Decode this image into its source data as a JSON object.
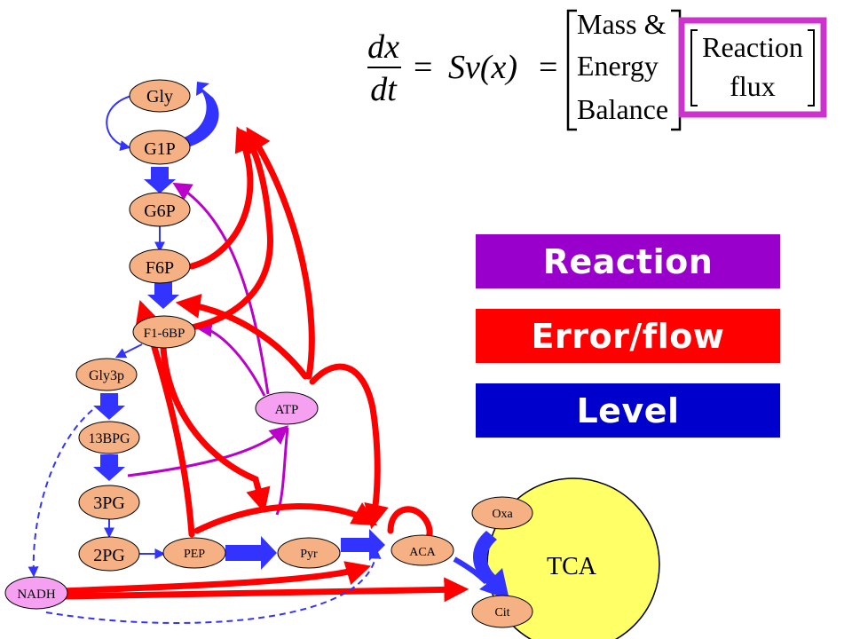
{
  "equation": {
    "numerator": "dx",
    "denominator": "dt",
    "equals_1": "=",
    "rhs": "Sv(x)",
    "equals_2": "=",
    "matrix_lines": [
      "Mass &",
      "Energy",
      "Balance"
    ],
    "flux_lines": [
      "Reaction",
      "flux"
    ]
  },
  "legend": {
    "reaction": "Reaction",
    "flow": "Error/flow",
    "level": "Level"
  },
  "colors": {
    "reaction": "#9900cc",
    "flow": "#ff0000",
    "level": "#0000cc",
    "node_fill": "#f5b083",
    "cofactor_fill": "#f5a0f0",
    "tca_fill": "#ffff66",
    "pathway_arrow": "#3333ff",
    "flux_border": "#cc33cc"
  },
  "nodes": {
    "gly": "Gly",
    "g1p": "G1P",
    "g6p": "G6P",
    "f6p": "F6P",
    "f16bp": "F1-6BP",
    "gly3p": "Gly3p",
    "bpg13": "13BPG",
    "pg3": "3PG",
    "pg2": "2PG",
    "pep": "PEP",
    "pyr": "Pyr",
    "aca": "ACA",
    "atp": "ATP",
    "nadh": "NADH",
    "oxa": "Oxa",
    "cit": "Cit",
    "tca": "TCA"
  }
}
